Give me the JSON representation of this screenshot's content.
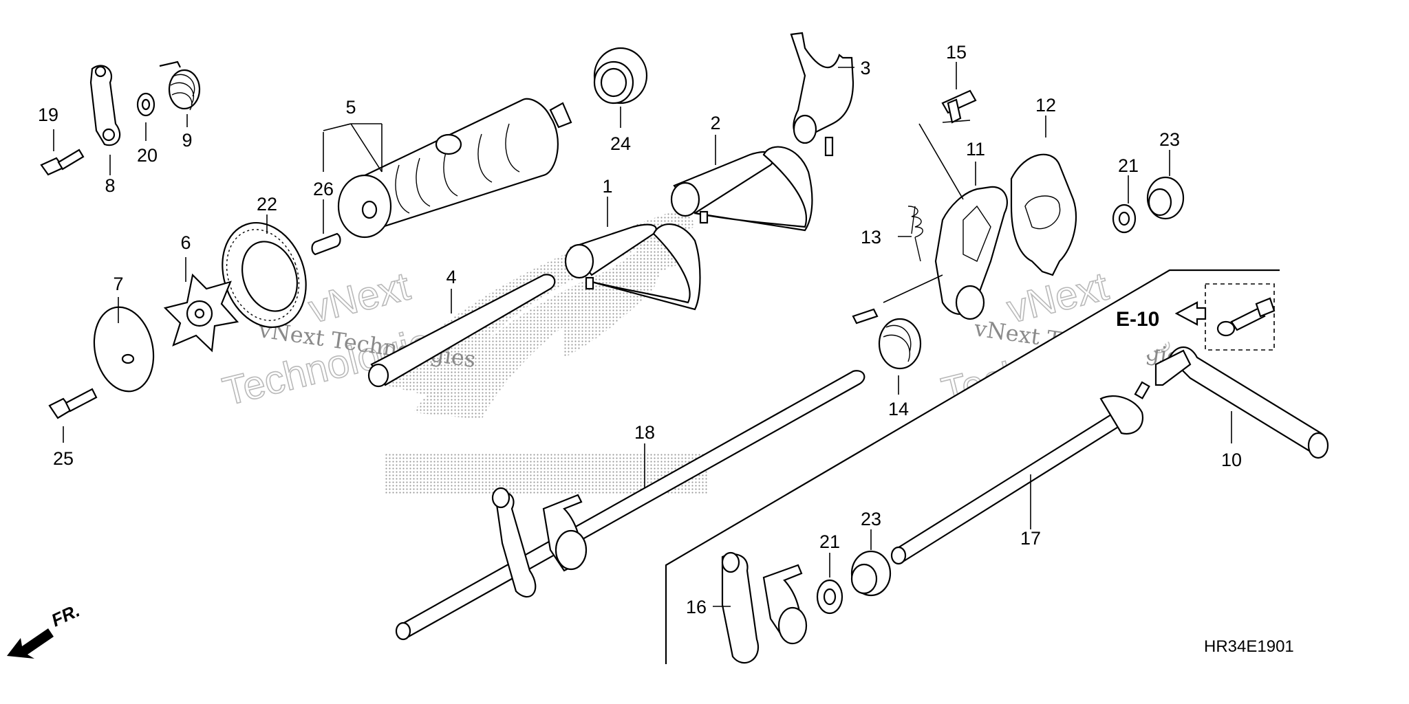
{
  "diagram": {
    "part_numbers": [
      "1",
      "2",
      "3",
      "4",
      "5",
      "6",
      "7",
      "8",
      "9",
      "10",
      "11",
      "12",
      "13",
      "14",
      "15",
      "16",
      "17",
      "18",
      "19",
      "20",
      "21",
      "21",
      "22",
      "23",
      "23",
      "24",
      "25",
      "26"
    ],
    "reference_label": "E-10",
    "front_label": "FR.",
    "code": "HR34E1901",
    "watermark_name": "vNext",
    "watermark_word": "Technologies",
    "watermark_full": "vNext Technologies"
  }
}
